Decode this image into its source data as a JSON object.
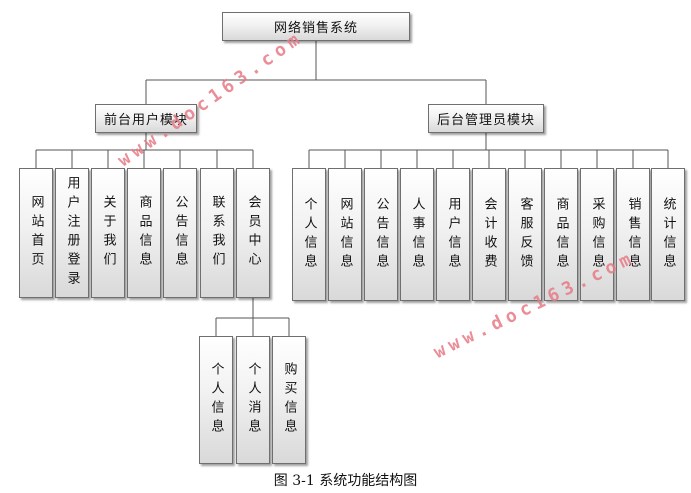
{
  "root": {
    "label": "网络销售系统"
  },
  "front": {
    "label": "前台用户模块",
    "children": [
      "网站首页",
      "用户注册登录",
      "关于我们",
      "商品信息",
      "公告信息",
      "联系我们",
      "会员中心"
    ]
  },
  "member_center": {
    "children": [
      "个人信息",
      "个人消息",
      "购买信息"
    ]
  },
  "back": {
    "label": "后台管理员模块",
    "children": [
      "个人信息",
      "网站信息",
      "公告信息",
      "人事信息",
      "用户信息",
      "会计收费",
      "客服反馈",
      "商品信息",
      "采购信息",
      "销售信息",
      "统计信息"
    ]
  },
  "watermark": {
    "text": "www.doc163.com"
  },
  "caption": {
    "text": "图 3-1  系统功能结构图"
  }
}
